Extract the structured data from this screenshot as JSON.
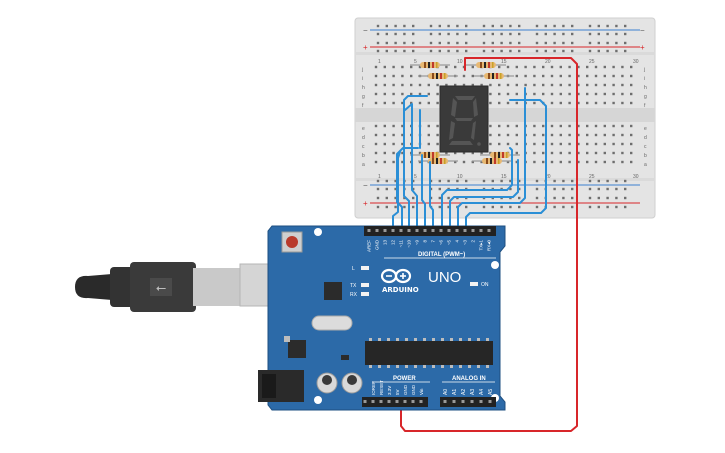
{
  "breadboard": {
    "rail_plus": "+",
    "rail_minus": "−",
    "column_numbers": [
      "1",
      "5",
      "10",
      "15",
      "20",
      "25",
      "30"
    ],
    "row_letters_top": [
      "j",
      "i",
      "h",
      "g",
      "f"
    ],
    "row_letters_bottom": [
      "e",
      "d",
      "c",
      "b",
      "a"
    ]
  },
  "display": {
    "digit": "8"
  },
  "arduino": {
    "model": "UNO",
    "brand": "ARDUINO",
    "digital_header": "DIGITAL (PWM~)",
    "power_header": "POWER",
    "analog_header": "ANALOG IN",
    "led_labels": [
      "L",
      "TX",
      "RX"
    ],
    "on_label": "ON",
    "top_pins": [
      "AREF",
      "GND",
      "13",
      "12",
      "~11",
      "~10",
      "~9",
      "8",
      "7",
      "~6",
      "~5",
      "4",
      "~3",
      "2",
      "TX▸1",
      "RX◂0"
    ],
    "power_pins": [
      "IOREF",
      "RESET",
      "3.3V",
      "5V",
      "GND",
      "GND",
      "Vin"
    ],
    "analog_pins": [
      "A0",
      "A1",
      "A2",
      "A3",
      "A4",
      "A5"
    ]
  },
  "usb": {
    "symbol": "⭠"
  },
  "colors": {
    "board": "#2c6aa8",
    "board_dark": "#1e4f80",
    "breadboard": "#e4e4e4",
    "wire_blue": "#2b8fd6",
    "wire_red": "#d8262a",
    "rail_red": "#d8262a",
    "rail_blue": "#3b7fd0",
    "display": "#3a3a3a",
    "segment": "#555555"
  }
}
